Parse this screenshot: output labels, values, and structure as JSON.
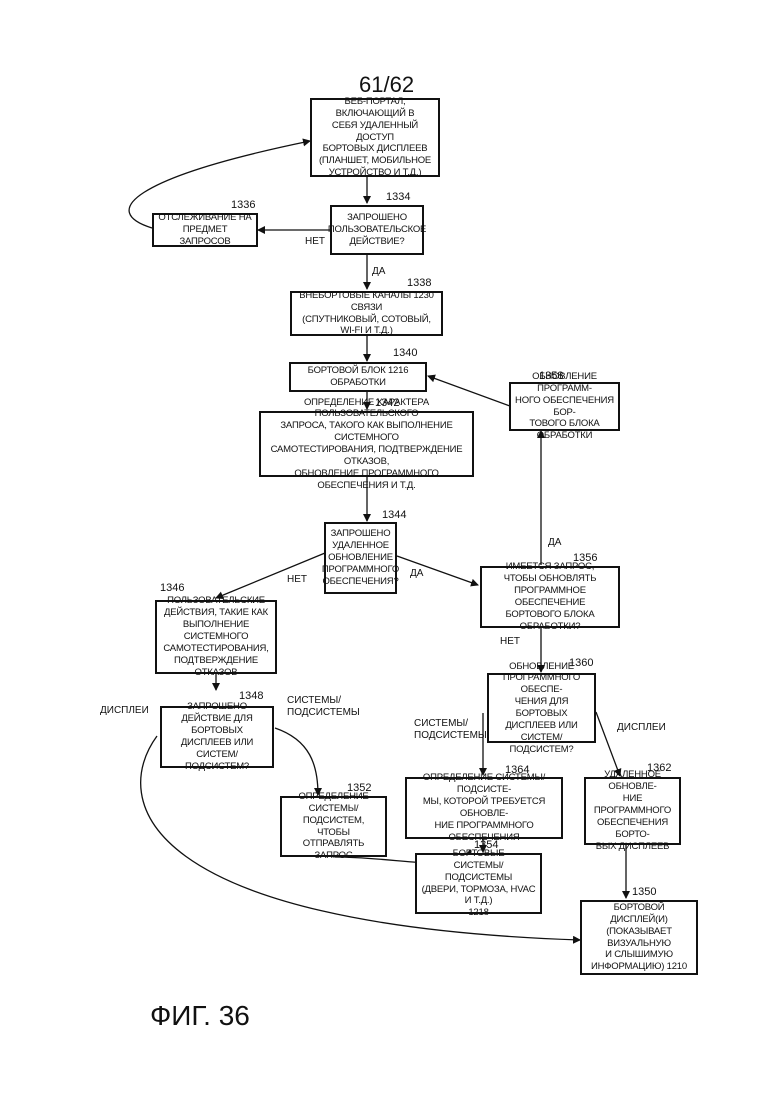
{
  "page_number": "61/62",
  "figure_caption": "ФИГ. 36",
  "nodes": {
    "web_portal": "ВЕБ-ПОРТАЛ, ВКЛЮЧАЮЩИЙ В\nСЕБЯ УДАЛЕННЫЙ ДОСТУП\nБОРТОВЫХ ДИСПЛЕЕВ\n(ПЛАНШЕТ, МОБИЛЬНОЕ\nУСТРОЙСТВО И Т.Д.)",
    "monitoring": "ОТСЛЕЖИВАНИЕ НА\nПРЕДМЕТ ЗАПРОСОВ",
    "requested_action": "ЗАПРОШЕНО\nПОЛЬЗОВАТЕЛЬСКОЕ\nДЕЙСТВИЕ?",
    "offboard_channels": "ВНЕБОРТОВЫЕ КАНАЛЫ 1230 СВЯЗИ\n(СПУТНИКОВЫЙ, СОТОВЫЙ,\nWI-FI И Т.Д.)",
    "onboard_unit": "БОРТОВОЙ БЛОК 1216\nОБРАБОТКИ",
    "determine_request": "ОПРЕДЕЛЕНИЕ ХАРАКТЕРА ПОЛЬЗОВАТЕЛЬСКОГО\nЗАПРОСА, ТАКОГО КАК ВЫПОЛНЕНИЕ СИСТЕМНОГО\nСАМОТЕСТИРОВАНИЯ, ПОДТВЕРЖДЕНИЕ ОТКАЗОВ,\nОБНОВЛЕНИЕ ПРОГРАММНОГО ОБЕСПЕЧЕНИЯ И Т.Д.",
    "update_onboard_unit": "ОБНОВЛЕНИЕ ПРОГРАММ-\nНОГО ОБЕСПЕЧЕНИЯ БОР-\nТОВОГО БЛОКА ОБРАБОТКИ",
    "remote_update_requested": "ЗАПРОШЕНО\nУДАЛЕННОЕ\nОБНОВЛЕНИЕ\nПРОГРАММНОГО\nОБЕСПЕЧЕНИЯ?",
    "user_actions": "ПОЛЬЗОВАТЕЛЬСКИЕ\nДЕЙСТВИЯ, ТАКИЕ КАК\nВЫПОЛНЕНИЕ СИСТЕМНОГО\nСАМОТЕСТИРОВАНИЯ,\nПОДТВЕРЖДЕНИЕ ОТКАЗОВ",
    "request_update_unit": "ИМЕЕТСЯ ЗАПРОС,\nЧТОБЫ ОБНОВЛЯТЬ\nПРОГРАММНОЕ ОБЕСПЕЧЕНИЕ\nБОРТОВОГО БЛОКА ОБРАБОТКИ?",
    "action_for_displays": "ЗАПРОШЕНО\nДЕЙСТВИЕ ДЛЯ БОРТОВЫХ\nДИСПЛЕЕВ ИЛИ\nСИСТЕМ/ПОДСИСТЕМ?",
    "update_for_displays": "ОБНОВЛЕНИЕ\nПРОГРАММНОГО ОБЕСПЕ-\nЧЕНИЯ ДЛЯ БОРТОВЫХ\nДИСПЛЕЕВ ИЛИ СИСТЕМ/\nПОДСИСТЕМ?",
    "determine_system": "ОПРЕДЕЛЕНИЕ СИСТЕМЫ/\nПОДСИСТЕМ, ЧТОБЫ\nОТПРАВЛЯТЬ ЗАПРОС",
    "determine_system_update": "ОПРЕДЕЛЕНИЕ СИСТЕМЫ/ПОДСИСТЕ-\nМЫ, КОТОРОЙ ТРЕБУЕТСЯ ОБНОВЛЕ-\nНИЕ ПРОГРАММНОГО ОБЕСПЕЧЕНИЯ",
    "remote_display_update": "УДАЛЕННОЕ ОБНОВЛЕ-\nНИЕ ПРОГРАММНОГО\nОБЕСПЕЧЕНИЯ БОРТО-\nВЫХ ДИСПЛЕЕВ",
    "onboard_systems": "БОРТОВЫЕ\nСИСТЕМЫ/ПОДСИСТЕМЫ\n(ДВЕРИ, ТОРМОЗА, HVAC И Т.Д.)\n1218",
    "onboard_display": "БОРТОВОЙ ДИСПЛЕЙ(И)\n(ПОКАЗЫВАЕТ ВИЗУАЛЬНУЮ\nИ СЛЫШИМУЮ\nИНФОРМАЦИЮ) 1210"
  },
  "refs": {
    "r1334": "1334",
    "r1336": "1336",
    "r1338": "1338",
    "r1340": "1340",
    "r1342": "1342",
    "r1344": "1344",
    "r1346": "1346",
    "r1348": "1348",
    "r1350": "1350",
    "r1352": "1352",
    "r1354": "1354",
    "r1356": "1356",
    "r1358": "1358",
    "r1360": "1360",
    "r1362": "1362",
    "r1364": "1364"
  },
  "edge_labels": {
    "no_1334": "НЕТ",
    "yes_1334": "ДА",
    "no_1344": "НЕТ",
    "yes_1344": "ДА",
    "yes_1356": "ДА",
    "no_1356": "НЕТ",
    "systems_1348": "СИСТЕМЫ/\nПОДСИСТЕМЫ",
    "displays_1348": "ДИСПЛЕИ",
    "systems_1360": "СИСТЕМЫ/\nПОДСИСТЕМЫ",
    "displays_1360": "ДИСПЛЕИ"
  }
}
